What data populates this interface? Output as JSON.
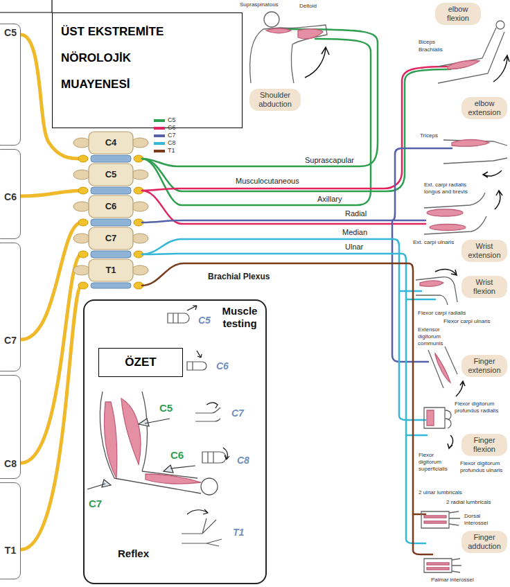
{
  "diagram": {
    "title": "ÜST EKSTREMİTE NÖROLOJİK MUAYENESİ",
    "nodes": [
      {
        "text": [
          "C5"
        ]
      },
      {
        "text": [
          "C6"
        ]
      },
      {
        "text": [
          "C7"
        ]
      },
      {
        "text": [
          "C8"
        ]
      },
      {
        "text": [
          "T1"
        ]
      },
      {
        "text": [
          "Shoulder abduction"
        ]
      },
      {
        "text": [
          "elbow flexion"
        ]
      },
      {
        "text": [
          "elbow extension"
        ]
      },
      {
        "text": [
          "Wrist extension"
        ]
      },
      {
        "text": [
          "Wrist flexion"
        ]
      },
      {
        "text": [
          "Finger extension"
        ]
      },
      {
        "text": [
          "Finger flexion"
        ]
      },
      {
        "text": [
          "Finger adduction"
        ]
      },
      {
        "text": [
          "Muscle testing",
          "Reflex"
        ]
      },
      {
        "text": [
          "ÖZET"
        ],
        "in": 13
      }
    ],
    "labels": [
      "Supraspinatous",
      "Deltoid",
      "Biceps",
      "Brachialis",
      "Triceps",
      "C4",
      "C5",
      "C6",
      "C7",
      "T1",
      "Suprascapular",
      "Musculocutaneous",
      "Axillary",
      "Radial",
      "Ext. carpi radialis longus and brevis",
      "Median",
      "Ext. carpi ulnaris",
      "Ulnar",
      "Brachial Plexus",
      "Flexor carpi radialis",
      "Flexor carpi ulnaris",
      "Extensor digitorum communis",
      "C5",
      "C6",
      "C5",
      "Flexor digitorum profundus radialis",
      "C7",
      "C6",
      "C8",
      "Flexor digitorum superficialis",
      "Flexor digitorum profundus ulnaris",
      "2 ulnar lumbricals",
      "2 radial lumbricals",
      "C7",
      "Dorsal interossei",
      "T1",
      "Palmar interossei"
    ],
    "legend": [
      {
        "text": "C5",
        "color": "#2e9e4f"
      },
      {
        "text": "C6",
        "color": "#e0245e"
      },
      {
        "text": "C7",
        "color": "#5560a8"
      },
      {
        "text": "C8",
        "color": "#35b8d8"
      },
      {
        "text": "T1",
        "color": "#7a3b1a"
      }
    ]
  }
}
